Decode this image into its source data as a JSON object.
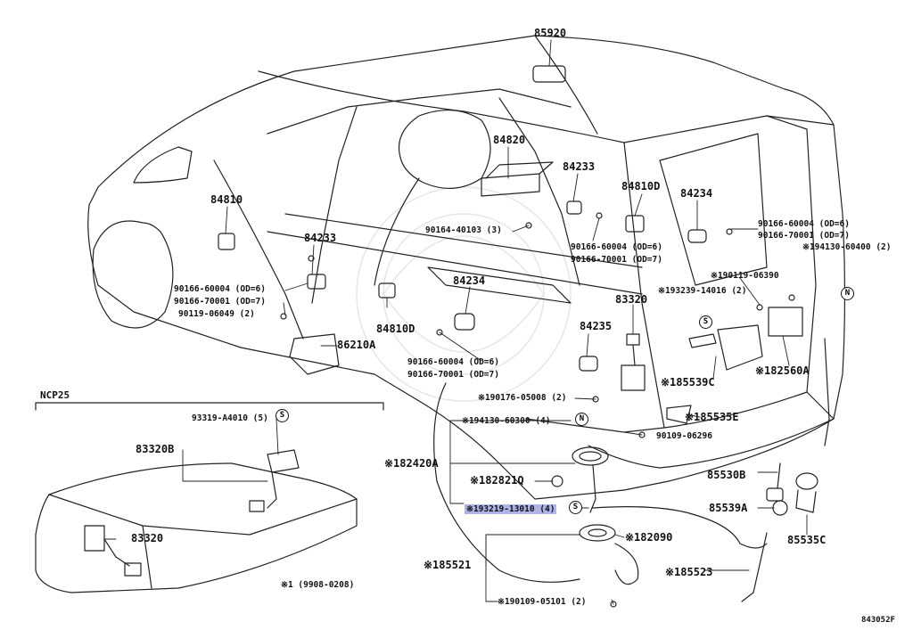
{
  "diagram_code": "843052F",
  "variant_label": "NCP25",
  "footnote": "※1    (9908-0208)",
  "parts": [
    {
      "id": "p85920",
      "text": "85920"
    },
    {
      "id": "p84820",
      "text": "84820"
    },
    {
      "id": "p84233a",
      "text": "84233"
    },
    {
      "id": "p84810d_top",
      "text": "84810D"
    },
    {
      "id": "p84234_top",
      "text": "84234"
    },
    {
      "id": "p90166_60004_r",
      "text": "90166-60004 (OD=6)"
    },
    {
      "id": "p90166_70001_r",
      "text": "90166-70001 (OD=7)"
    },
    {
      "id": "p94130_60400",
      "text": "※194130-60400 (2)"
    },
    {
      "id": "p84810",
      "text": "84810"
    },
    {
      "id": "p90164",
      "text": "90164-40103 (3)"
    },
    {
      "id": "p90166_60004_c",
      "text": "90166-60004 (OD=6)"
    },
    {
      "id": "p90166_70001_c",
      "text": "90166-70001 (OD=7)"
    },
    {
      "id": "p90119_06390",
      "text": "※190119-06390"
    },
    {
      "id": "p84233b",
      "text": "84233"
    },
    {
      "id": "p93239",
      "text": "※193239-14016 (2)"
    },
    {
      "id": "p90166_60004_l",
      "text": "90166-60004 (OD=6)"
    },
    {
      "id": "p90166_70001_l",
      "text": "90166-70001 (OD=7)"
    },
    {
      "id": "p90119_06049",
      "text": "90119-06049 (2)"
    },
    {
      "id": "p84234_mid",
      "text": "84234"
    },
    {
      "id": "p83320_top",
      "text": "83320"
    },
    {
      "id": "p84810d_mid",
      "text": "84810D"
    },
    {
      "id": "p86210a",
      "text": "86210A"
    },
    {
      "id": "p84235",
      "text": "84235"
    },
    {
      "id": "p90166_60004_m",
      "text": "90166-60004 (OD=6)"
    },
    {
      "id": "p90166_70001_m",
      "text": "90166-70001 (OD=7)"
    },
    {
      "id": "p182560a",
      "text": "※182560A"
    },
    {
      "id": "p185539c",
      "text": "※185539C"
    },
    {
      "id": "p90176",
      "text": "※190176-05008 (2)"
    },
    {
      "id": "p185535e",
      "text": "※185535E"
    },
    {
      "id": "p93319",
      "text": "93319-A4010 (5)"
    },
    {
      "id": "p94130_60300",
      "text": "※194130-60300 (4)"
    },
    {
      "id": "p90109_06296",
      "text": "90109-06296"
    },
    {
      "id": "p83320b",
      "text": "83320B"
    },
    {
      "id": "p182420a",
      "text": "※182420A"
    },
    {
      "id": "p182821",
      "text": "※182821Q"
    },
    {
      "id": "p85530b",
      "text": "85530B"
    },
    {
      "id": "p93219",
      "text": "※193219-13010 (4)"
    },
    {
      "id": "p85539a",
      "text": "85539A"
    },
    {
      "id": "p182090",
      "text": "※182090"
    },
    {
      "id": "p85535c",
      "text": "85535C"
    },
    {
      "id": "p83320_inset",
      "text": "83320"
    },
    {
      "id": "p185521",
      "text": "※185521"
    },
    {
      "id": "p185523",
      "text": "※185523"
    },
    {
      "id": "p90109_05101",
      "text": "※190109-05101 (2)"
    }
  ],
  "symbols": {
    "s_mark": "S",
    "n_mark": "N"
  },
  "colors": {
    "line": "#111111",
    "highlight": "#aeb4e8",
    "background": "#ffffff"
  }
}
